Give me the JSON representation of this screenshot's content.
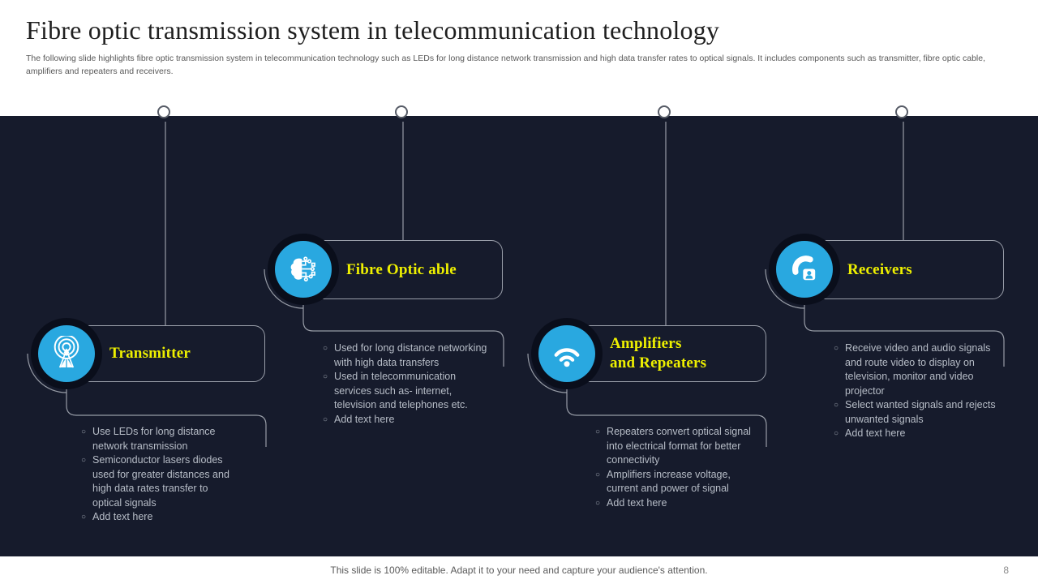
{
  "header": {
    "title": "Fibre optic transmission system in telecommunication technology",
    "subtitle": "The following slide highlights fibre optic transmission system in telecommunication technology such as LEDs  for long distance network transmission and high data transfer rates to optical signals. It includes components such as transmitter, fibre optic cable, amplifiers and repeaters and receivers."
  },
  "footer": {
    "text": "This slide is 100% editable. Adapt it to your need and capture your audience's attention.",
    "page_number": "8"
  },
  "colors": {
    "panel_background": "#161B2C",
    "icon_circle": "#29A8E0",
    "icon_ring": "#0A0E1B",
    "node_title_yellow": "#EEF000",
    "bullet_text": "#B7BDC7",
    "connector_line": "#AEB3BC"
  },
  "bullet_marker": "○",
  "nodes": [
    {
      "id": "transmitter",
      "title": "Transmitter",
      "icon": "broadcast-antenna-icon",
      "bullets": [
        "Use LEDs for long distance network transmission",
        "Semiconductor lasers diodes used for greater distances and high data rates transfer to optical signals",
        "Add text here"
      ]
    },
    {
      "id": "fibre-optic-cable",
      "title": "Fibre Optic able",
      "icon": "brain-circuit-icon",
      "bullets": [
        "Used for long distance networking with high data transfers",
        "Used in telecommunication services such as- internet, television and telephones etc.",
        "Add text here"
      ]
    },
    {
      "id": "amplifiers-repeaters",
      "title": "Amplifiers\nand Repeaters",
      "icon": "wifi-signal-icon",
      "bullets": [
        "Repeaters convert optical signal into electrical format for better connectivity",
        "Amplifiers increase voltage, current and power of signal",
        "Add text here"
      ]
    },
    {
      "id": "receivers",
      "title": "Receivers",
      "icon": "phone-contact-icon",
      "bullets": [
        "Receive video and audio signals and route video to display on television, monitor and video projector",
        "Select wanted signals and rejects unwanted signals",
        "Add text here"
      ]
    }
  ]
}
